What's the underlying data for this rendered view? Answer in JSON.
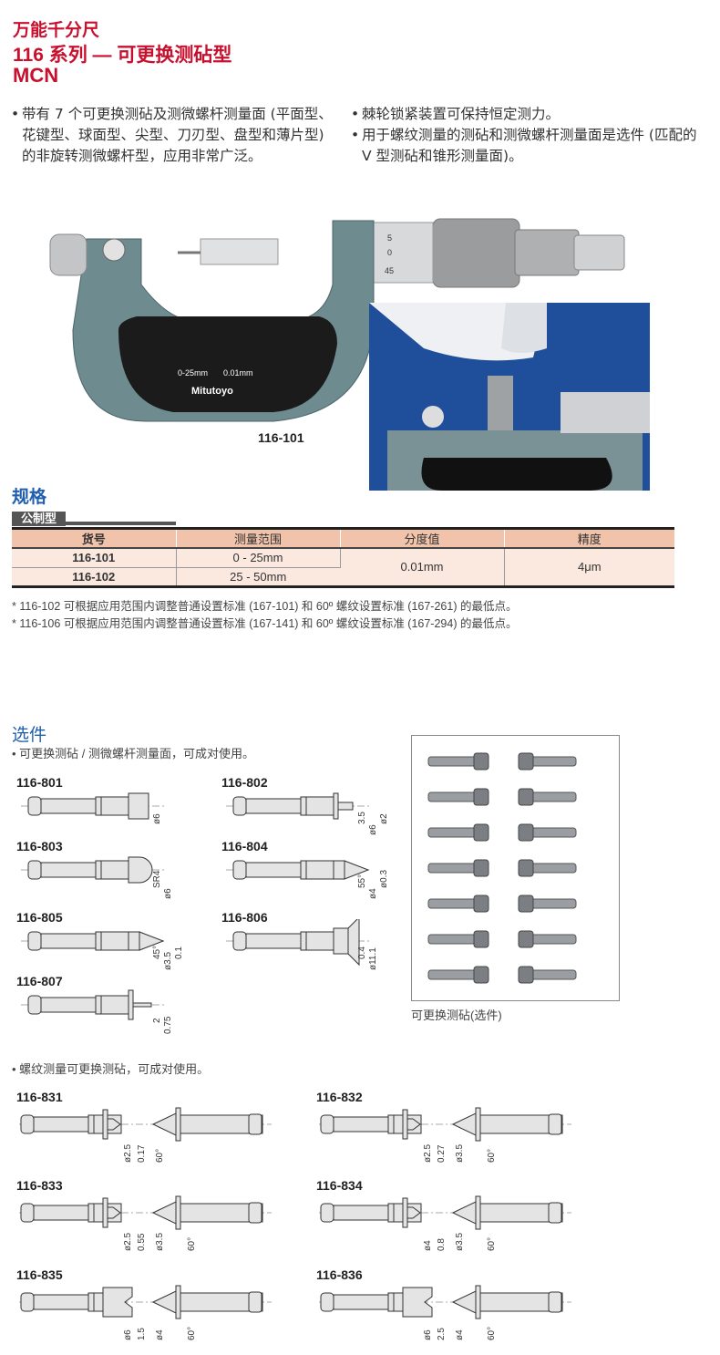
{
  "header": {
    "title_line1": "万能千分尺",
    "title_line2": "116 系列 — 可更换测砧型",
    "title_line3": "MCN"
  },
  "features": {
    "left": [
      "带有 7 个可更换测砧及测微螺杆测量面 (平面型、花键型、球面型、尖型、刀刃型、盘型和薄片型) 的非旋转测微螺杆型，应用非常广泛。"
    ],
    "right": [
      "棘轮锁紧装置可保持恒定测力。",
      "用于螺纹测量的测砧和测微螺杆测量面是选件 (匹配的V 型测砧和锥形测量面)。"
    ]
  },
  "product_image": {
    "caption": "116-101",
    "range_label": "0-25mm",
    "resolution_label": "0.01mm",
    "brand": "Mitutoyo",
    "thimble_numbers": [
      "5",
      "0",
      "45"
    ]
  },
  "specs": {
    "heading": "规格",
    "tab": "公制型",
    "columns": [
      "货号",
      "测量范围",
      "分度值",
      "精度"
    ],
    "rows": [
      {
        "code": "116-101",
        "range": "0 - 25mm"
      },
      {
        "code": "116-102",
        "range": "25 - 50mm"
      }
    ],
    "graduation": "0.01mm",
    "accuracy": "4μm",
    "notes": [
      "* 116-102 可根据应用范围内调整普通设置标准 (167-101) 和 60º 螺纹设置标准 (167-261) 的最低点。",
      "* 116-106 可根据应用范围内调整普通设置标准 (167-141) 和 60º 螺纹设置标准 (167-294) 的最低点。"
    ]
  },
  "options": {
    "heading": "选件",
    "bullet1": "可更换测砧 / 测微螺杆测量面，可成对使用。",
    "bullet2": "螺纹测量可更换测砧，可成对使用。",
    "photo_caption": "可更换测砧(选件)",
    "anvils": [
      {
        "code": "116-801",
        "type": "flat",
        "dims": [
          "ø6"
        ]
      },
      {
        "code": "116-802",
        "type": "spline",
        "dims": [
          "3.5",
          "ø6",
          "ø2"
        ]
      },
      {
        "code": "116-803",
        "type": "ball",
        "dims": [
          "SR4",
          "ø6"
        ]
      },
      {
        "code": "116-804",
        "type": "point",
        "dims": [
          "55°",
          "ø4",
          "ø0.3"
        ]
      },
      {
        "code": "116-805",
        "type": "blade",
        "dims": [
          "45°",
          "ø3.5",
          "0.1"
        ]
      },
      {
        "code": "116-806",
        "type": "disk",
        "dims": [
          "0.4",
          "ø11.1"
        ]
      },
      {
        "code": "116-807",
        "type": "thin",
        "dims": [
          "2",
          "0.75"
        ]
      }
    ],
    "thread_anvils": [
      {
        "code": "116-831",
        "dims": [
          "ø2.5",
          "0.17",
          "60°"
        ]
      },
      {
        "code": "116-832",
        "dims": [
          "ø2.5",
          "0.27",
          "ø3.5",
          "60°"
        ]
      },
      {
        "code": "116-833",
        "dims": [
          "ø2.5",
          "0.55",
          "ø3.5",
          "60°"
        ]
      },
      {
        "code": "116-834",
        "dims": [
          "ø4",
          "0.8",
          "ø3.5",
          "60°"
        ]
      },
      {
        "code": "116-835",
        "dims": [
          "ø6",
          "1.5",
          "ø4",
          "60°"
        ]
      },
      {
        "code": "116-836",
        "dims": [
          "ø6",
          "2.5",
          "ø4",
          "60°"
        ]
      }
    ]
  }
}
